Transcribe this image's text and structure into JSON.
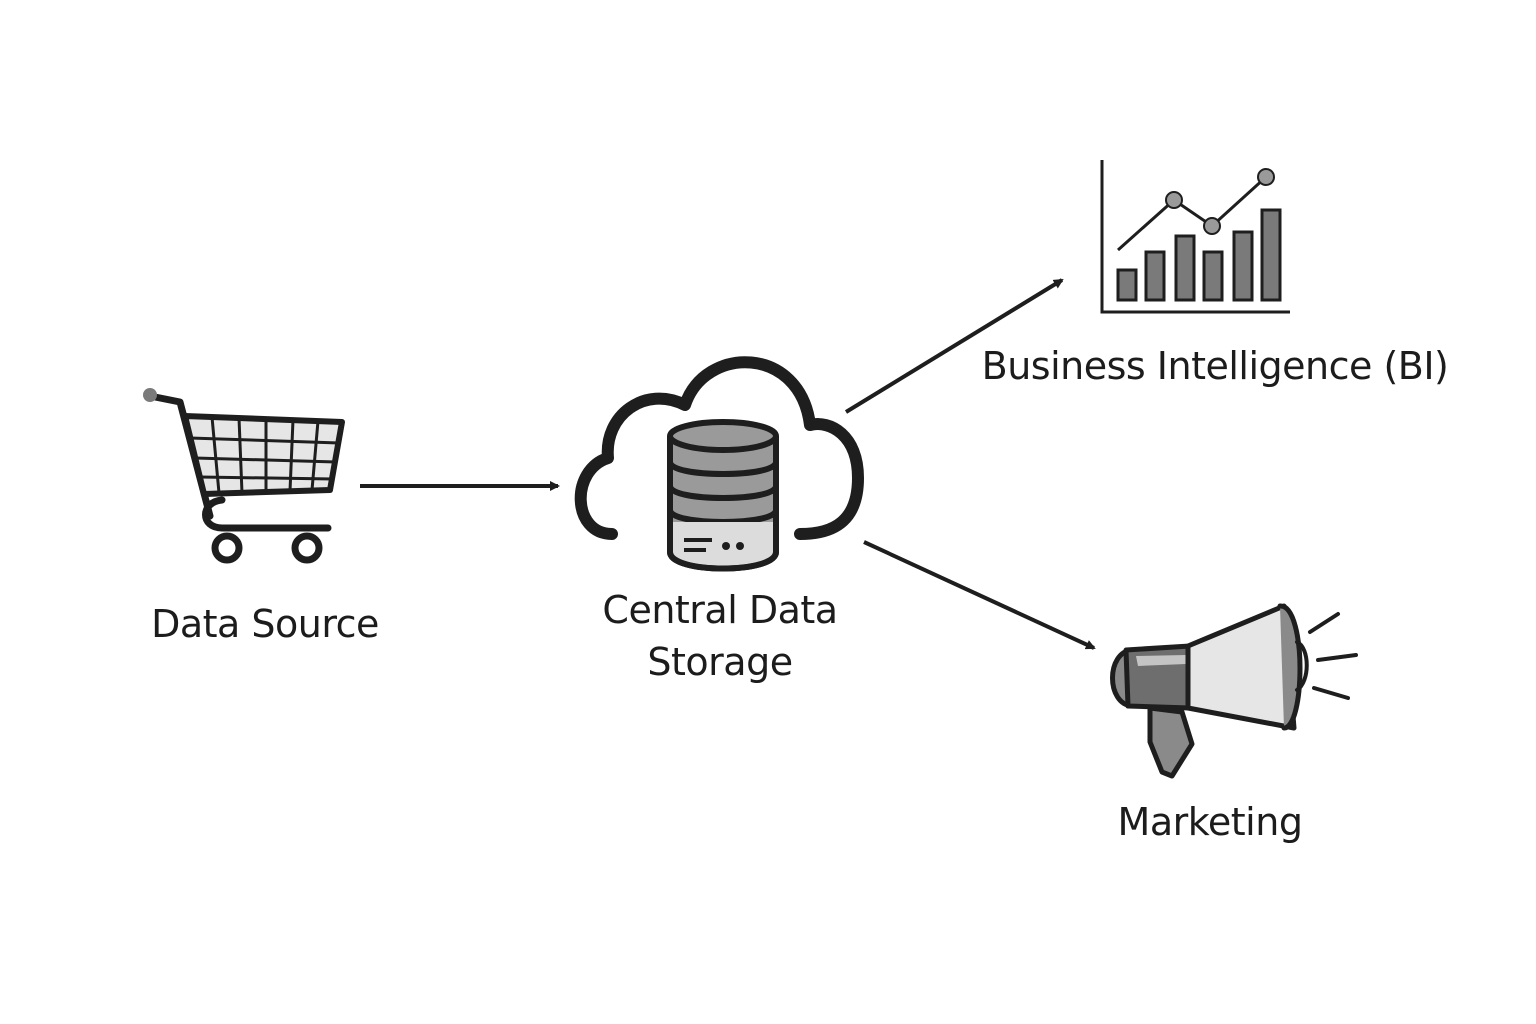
{
  "nodes": {
    "source": {
      "label": "Data Source",
      "icon": "shopping-cart-icon"
    },
    "storage": {
      "label_line1": "Central Data",
      "label_line2": "Storage",
      "icon": "cloud-database-icon"
    },
    "bi": {
      "label": "Business Intelligence (BI)",
      "icon": "bar-line-chart-icon"
    },
    "marketing": {
      "label": "Marketing",
      "icon": "megaphone-icon"
    }
  },
  "edges": [
    {
      "from": "source",
      "to": "storage"
    },
    {
      "from": "storage",
      "to": "bi"
    },
    {
      "from": "storage",
      "to": "marketing"
    }
  ],
  "colors": {
    "stroke": "#1e1e1e",
    "fill_light": "#e6e6e6",
    "fill_mid": "#9a9a9a",
    "fill_dark": "#6e6e6e",
    "text": "#1c1c1c"
  }
}
